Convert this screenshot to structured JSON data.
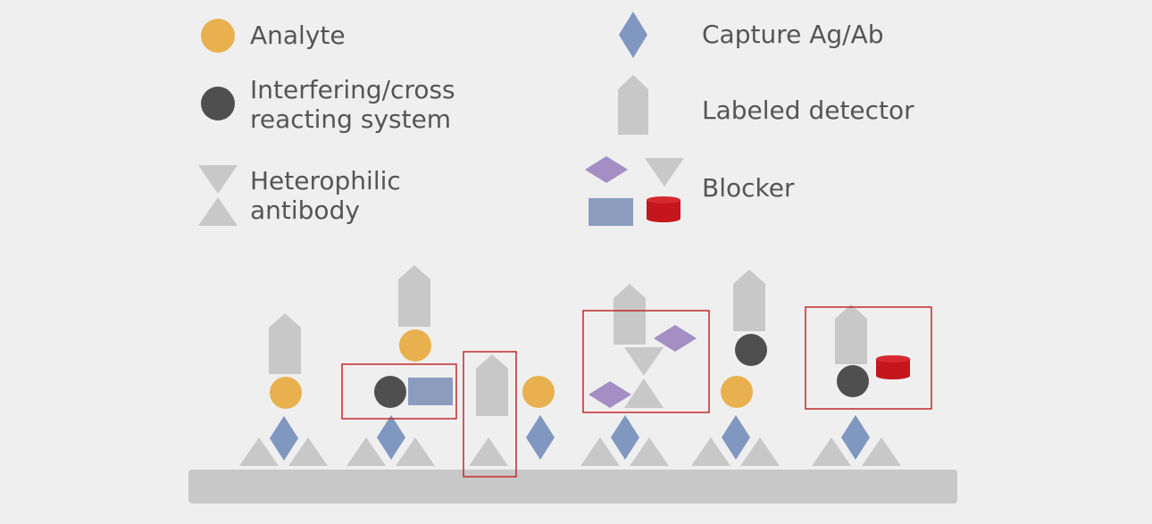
{
  "legend": {
    "analyte": "Analyte",
    "interfering_line1": "Interfering/cross",
    "interfering_line2": "reacting system",
    "heterophilic_line1": "Heterophilic",
    "heterophilic_line2": "antibody",
    "capture": "Capture Ag/Ab",
    "detector": "Labeled detector",
    "blocker": "Blocker"
  },
  "colors": {
    "background": "#efefef",
    "analyte": "#e8b04e",
    "interfering": "#4f4f4f",
    "gray_shape": "#c8c8c8",
    "capture": "#8097c0",
    "blocker_diamond": "#a48ec4",
    "blocker_rect": "#8b9cbf",
    "blocker_cylinder": "#c4161c",
    "highlight_box": "#c4282c",
    "text": "#555555"
  }
}
